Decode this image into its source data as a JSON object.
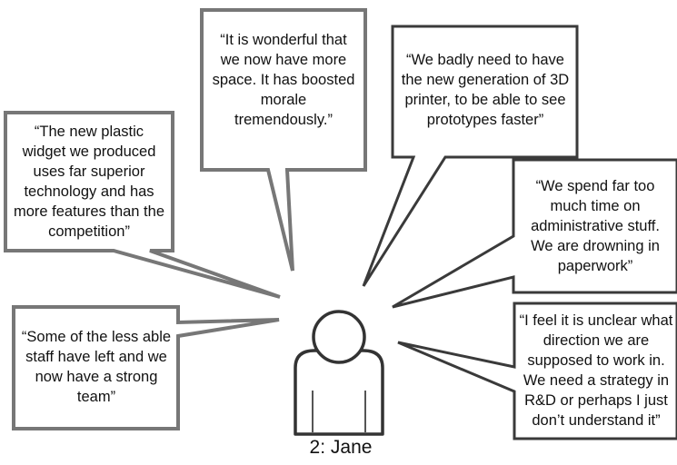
{
  "person": {
    "label": "2: Jane"
  },
  "quotes": [
    {
      "id": "space",
      "text": "“It is wonderful that we now have more space. It has boosted morale tremendously.”"
    },
    {
      "id": "printer",
      "text": "“We badly need to have the new generation of 3D printer, to be able to see prototypes faster”"
    },
    {
      "id": "widget",
      "text": "“The new plastic widget we produced uses far superior technology and has more features than the competition”"
    },
    {
      "id": "admin",
      "text": "“We spend far too much time on administrative stuff. We are drowning in paperwork”"
    },
    {
      "id": "staff",
      "text": "“Some of the less able staff have left and we now have a strong team”"
    },
    {
      "id": "strategy",
      "text": "“I feel it is unclear what direction we are supposed to work in. We need a strategy in R&D or perhaps I just don’t understand it”"
    }
  ]
}
